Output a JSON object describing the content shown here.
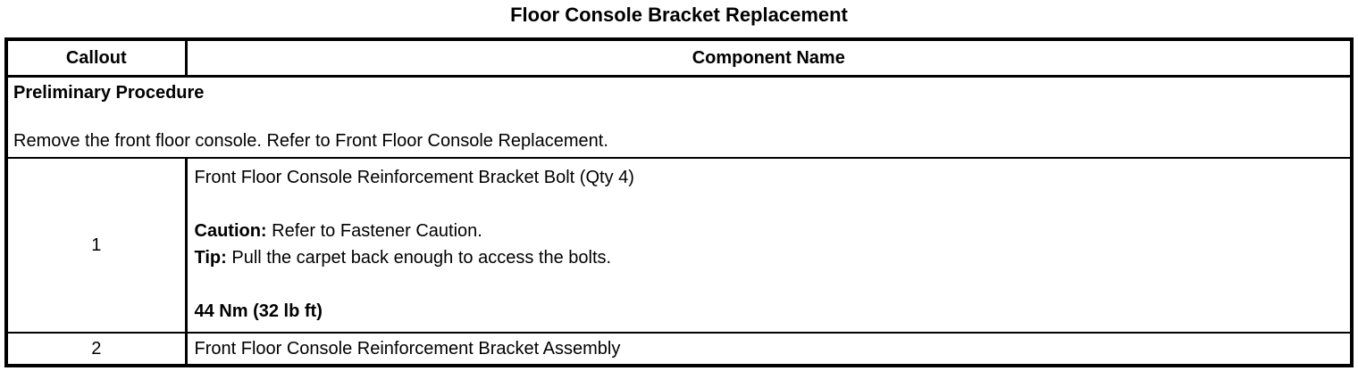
{
  "page": {
    "title": "Floor Console Bracket Replacement"
  },
  "table": {
    "headers": {
      "callout": "Callout",
      "component": "Component Name"
    },
    "preliminary": {
      "heading": "Preliminary Procedure",
      "text": "Remove the front floor console. Refer to Front Floor Console Replacement."
    },
    "rows": [
      {
        "callout": "1",
        "name": "Front Floor Console Reinforcement Bracket Bolt (Qty 4)",
        "caution_label": "Caution:",
        "caution_text": " Refer to Fastener Caution.",
        "tip_label": "Tip:",
        "tip_text": " Pull the carpet back enough to access the bolts.",
        "torque": "44 Nm (32 lb ft)"
      },
      {
        "callout": "2",
        "name": "Front Floor Console Reinforcement Bracket Assembly"
      }
    ]
  },
  "colors": {
    "text": "#000000",
    "background": "#ffffff",
    "border": "#000000"
  }
}
